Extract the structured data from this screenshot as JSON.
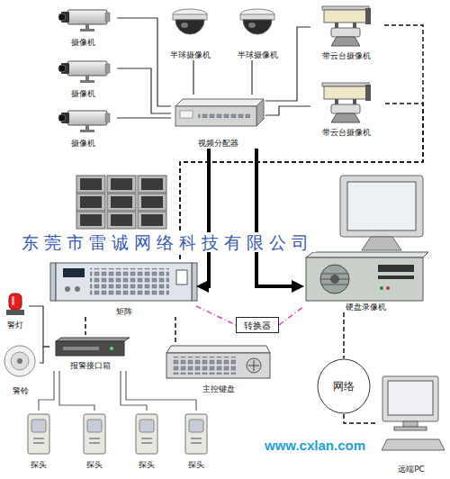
{
  "diagram": {
    "nodes": [
      {
        "text": [
          "摄像机"
        ]
      },
      {
        "text": [
          "半球摄像机"
        ]
      },
      {
        "text": [
          "半球摄像机"
        ]
      },
      {
        "text": [
          "带云台摄像机"
        ]
      },
      {
        "text": [
          "摄像机"
        ]
      },
      {
        "text": [
          "摄像机"
        ]
      },
      {
        "text": [
          "带云台摄像机"
        ]
      },
      {
        "text": [
          "视频分配器"
        ]
      },
      {
        "text": [
          "矩阵"
        ]
      },
      {
        "text": [
          "硬盘录像机"
        ]
      },
      {
        "text": [
          "警灯"
        ]
      },
      {
        "text": [
          "转换器"
        ]
      },
      {
        "text": [
          "报警接口箱"
        ]
      },
      {
        "text": [
          "主控键盘"
        ]
      },
      {
        "text": [
          "警铃"
        ]
      },
      {
        "text": [
          "网络"
        ]
      },
      {
        "text": [
          "探头"
        ]
      },
      {
        "text": [
          "探头"
        ]
      },
      {
        "text": [
          "探头"
        ]
      },
      {
        "text": [
          "探头"
        ]
      },
      {
        "text": [
          "远端PC"
        ]
      }
    ],
    "edges": [
      {
        "from": 0,
        "to": 7,
        "arrow": "none"
      },
      {
        "from": 4,
        "to": 7,
        "arrow": "none"
      },
      {
        "from": 5,
        "to": 7,
        "arrow": "none"
      },
      {
        "from": 1,
        "to": 7,
        "arrow": "none"
      },
      {
        "from": 2,
        "to": 7,
        "arrow": "none"
      },
      {
        "from": 3,
        "to": 7,
        "arrow": "none"
      },
      {
        "from": 6,
        "to": 7,
        "arrow": "none"
      },
      {
        "from": 7,
        "to": 8,
        "arrow": "to"
      },
      {
        "from": 7,
        "to": 9,
        "arrow": "to"
      },
      {
        "from": 8,
        "to": 3,
        "arrow": "none"
      },
      {
        "from": 8,
        "to": 6,
        "arrow": "none"
      },
      {
        "from": 8,
        "to": 11,
        "arrow": "none"
      },
      {
        "from": 11,
        "to": 9,
        "arrow": "none"
      },
      {
        "from": 8,
        "to": 12,
        "arrow": "none"
      },
      {
        "from": 13,
        "to": 8,
        "arrow": "none"
      },
      {
        "from": 12,
        "to": 10,
        "arrow": "none"
      },
      {
        "from": 12,
        "to": 14,
        "arrow": "none"
      },
      {
        "from": 12,
        "to": 16,
        "arrow": "none"
      },
      {
        "from": 12,
        "to": 17,
        "arrow": "none"
      },
      {
        "from": 12,
        "to": 18,
        "arrow": "none"
      },
      {
        "from": 12,
        "to": 19,
        "arrow": "none"
      },
      {
        "from": 9,
        "to": 15,
        "arrow": "none"
      },
      {
        "from": 15,
        "to": 20,
        "arrow": "none"
      }
    ],
    "labels": [
      "东莞市雷诚网络科技有限公司",
      "www.cxlan.com"
    ]
  }
}
